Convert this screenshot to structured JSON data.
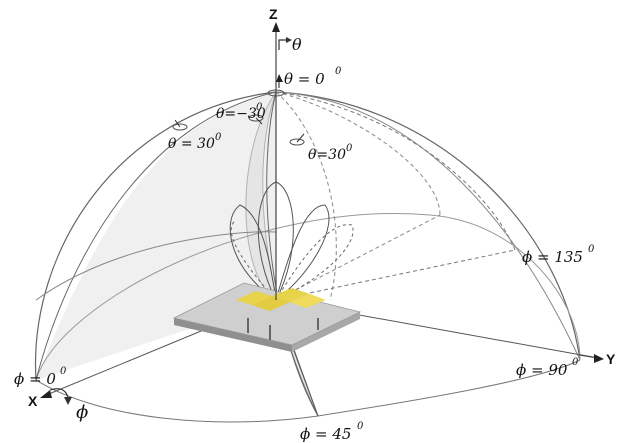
{
  "axes": {
    "z": "Z",
    "y": "Y",
    "x": "X",
    "theta": "θ",
    "phi": "ϕ"
  },
  "labels": {
    "theta_0": {
      "main": "θ = 0",
      "sup": "0"
    },
    "theta_m30": {
      "main": "θ=−30",
      "sup": "0"
    },
    "theta_30_left": {
      "main": "θ = 30",
      "sup": "0"
    },
    "theta_30_right": {
      "main": "θ=30",
      "sup": "0"
    },
    "phi_0": {
      "main": "ϕ = 0",
      "sup": "0"
    },
    "phi_45": {
      "main": "ϕ = 45",
      "sup": "0"
    },
    "phi_90": {
      "main": "ϕ = 90",
      "sup": "0"
    },
    "phi_135": {
      "main": "ϕ = 135",
      "sup": "0"
    }
  },
  "colors": {
    "line": "#555555",
    "plane_fill": "#d9d9d9",
    "pcb_top": "#cfcfcf",
    "pcb_side": "#8f8f8f",
    "pcb_gold": "#e8d44a"
  }
}
